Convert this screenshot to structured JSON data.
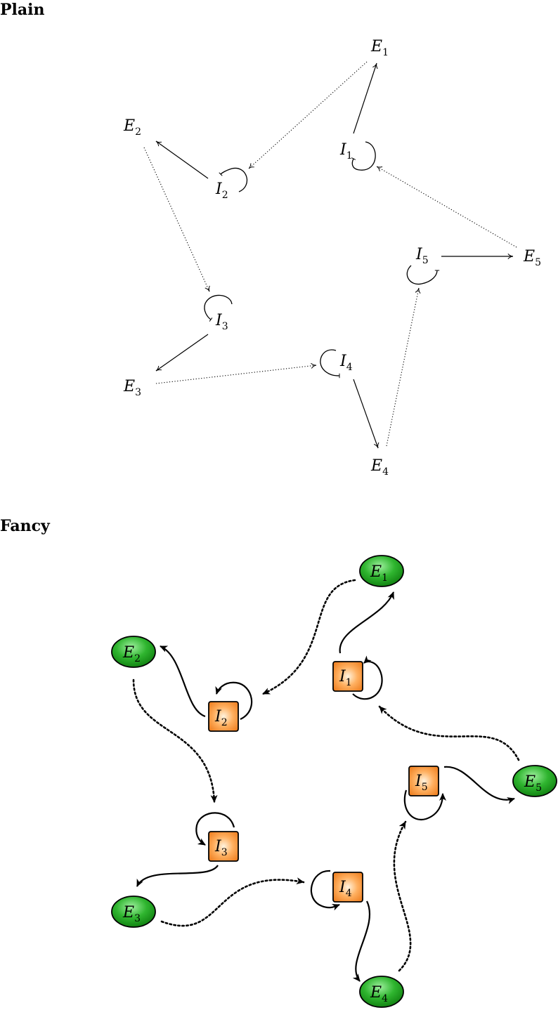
{
  "sections": {
    "plain_title": "Plain",
    "fancy_title": "Fancy"
  },
  "nodes": {
    "E1": {
      "main": "E",
      "sub": "1"
    },
    "E2": {
      "main": "E",
      "sub": "2"
    },
    "E3": {
      "main": "E",
      "sub": "3"
    },
    "E4": {
      "main": "E",
      "sub": "4"
    },
    "E5": {
      "main": "E",
      "sub": "5"
    },
    "I1": {
      "main": "I",
      "sub": "1"
    },
    "I2": {
      "main": "I",
      "sub": "2"
    },
    "I3": {
      "main": "I",
      "sub": "3"
    },
    "I4": {
      "main": "I",
      "sub": "4"
    },
    "I5": {
      "main": "I",
      "sub": "5"
    }
  },
  "colors": {
    "excitatory_fill": "#1a9a1a",
    "excitatory_highlight": "#7fe07f",
    "inhibitory_fill": "#f07f1a",
    "inhibitory_highlight": "#ffe0b0",
    "stroke": "#000000"
  }
}
